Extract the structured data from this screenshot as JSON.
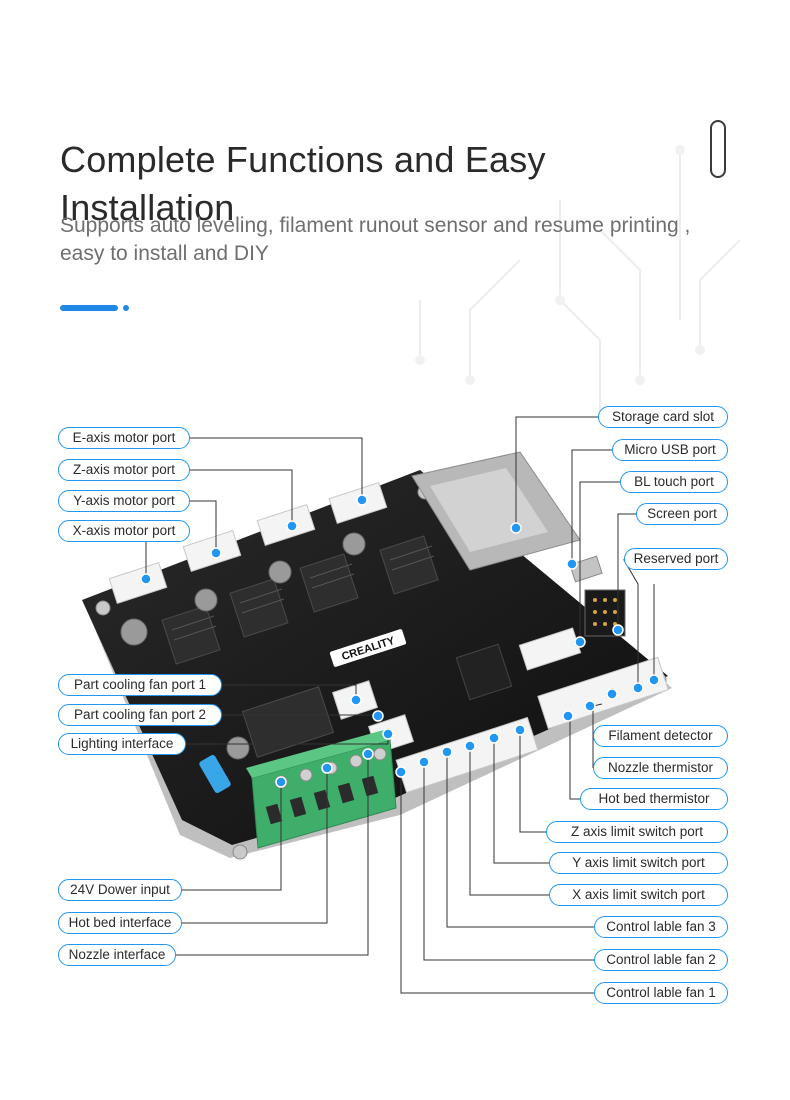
{
  "header": {
    "title": "Complete Functions and Easy Installation",
    "subtitle": "Supports auto leveling,  filament runout sensor and resume printing , easy to install and DIY"
  },
  "board": {
    "brand": "CREALITY"
  },
  "labels": {
    "left": [
      "E-axis motor port",
      "Z-axis motor port",
      "Y-axis motor port",
      "X-axis motor port",
      "Part cooling fan port 1",
      "Part cooling fan port 2",
      "Lighting interface",
      "24V Dower input",
      "Hot bed interface",
      "Nozzle interface"
    ],
    "right": [
      "Storage card slot",
      "Micro USB port",
      "BL touch port",
      "Screen port",
      "Reserved port",
      "Filament detector",
      "Nozzle thermistor",
      "Hot bed thermistor",
      "Z axis limit switch port",
      "Y axis limit switch port",
      "X axis limit switch port",
      "Control lable fan 3",
      "Control lable fan 2",
      "Control lable fan 1"
    ]
  },
  "colors": {
    "accent": "#1e88e5",
    "label_border": "#2196f3",
    "pcb": "#151515",
    "terminal": "#3fae6b"
  }
}
